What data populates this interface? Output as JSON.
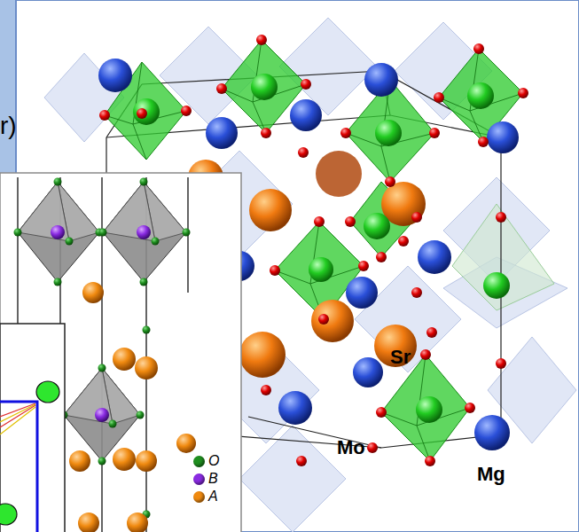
{
  "diagram": {
    "labels": [
      "r)",
      "Sr",
      "Mo",
      "Mg"
    ],
    "legend": [
      {
        "text": "O",
        "color": "#1f8f1f"
      },
      {
        "text": "B",
        "color": "#8a2be2"
      },
      {
        "text": "A",
        "color": "#f08a10"
      }
    ]
  }
}
